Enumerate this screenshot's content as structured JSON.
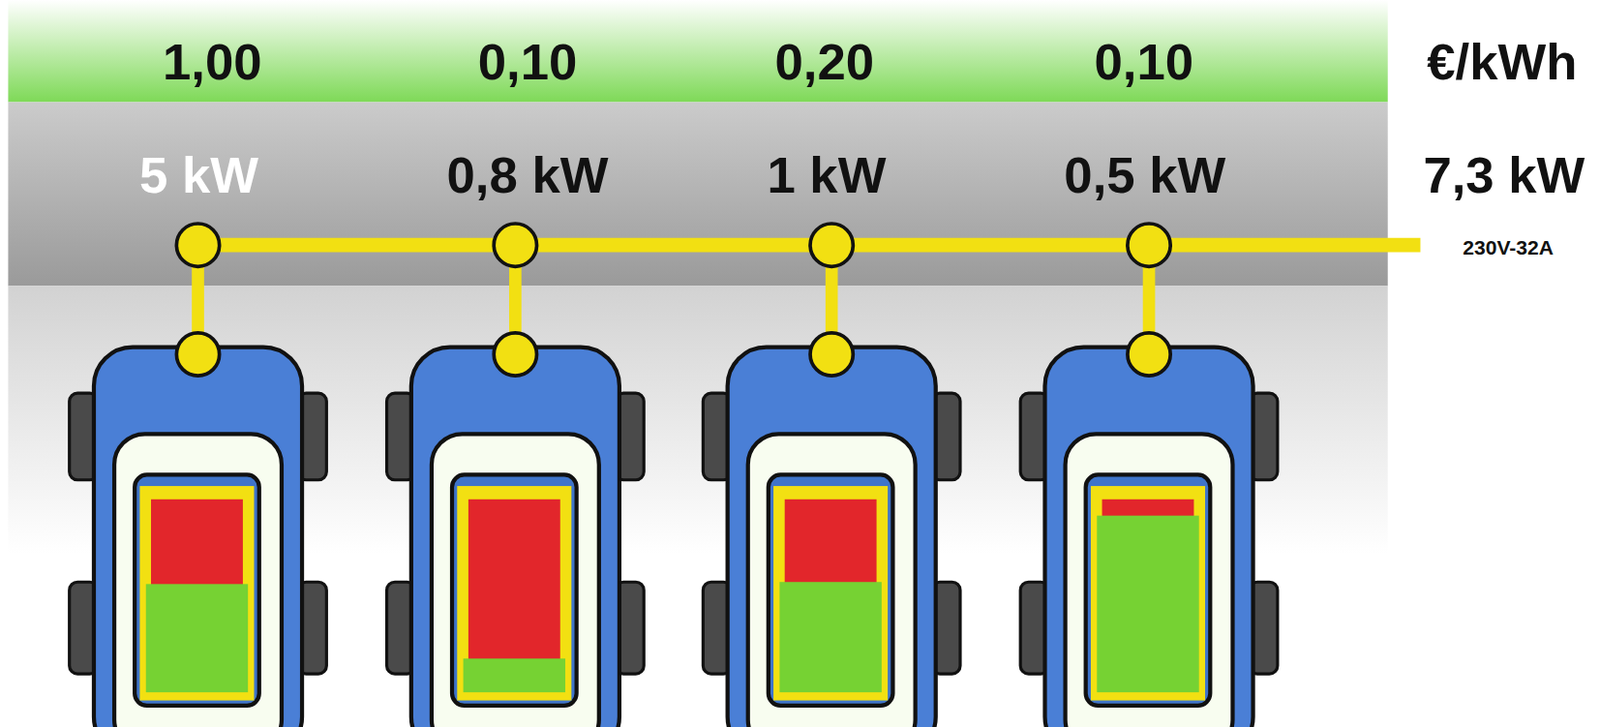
{
  "diagram": {
    "labels": [
      "1,00",
      "0,10",
      "0,20",
      "0,10",
      "€/kWh",
      "5 kW",
      "0,8 kW",
      "1 kW",
      "0,5 kW",
      "7,3 kW",
      "230V-32A"
    ]
  }
}
